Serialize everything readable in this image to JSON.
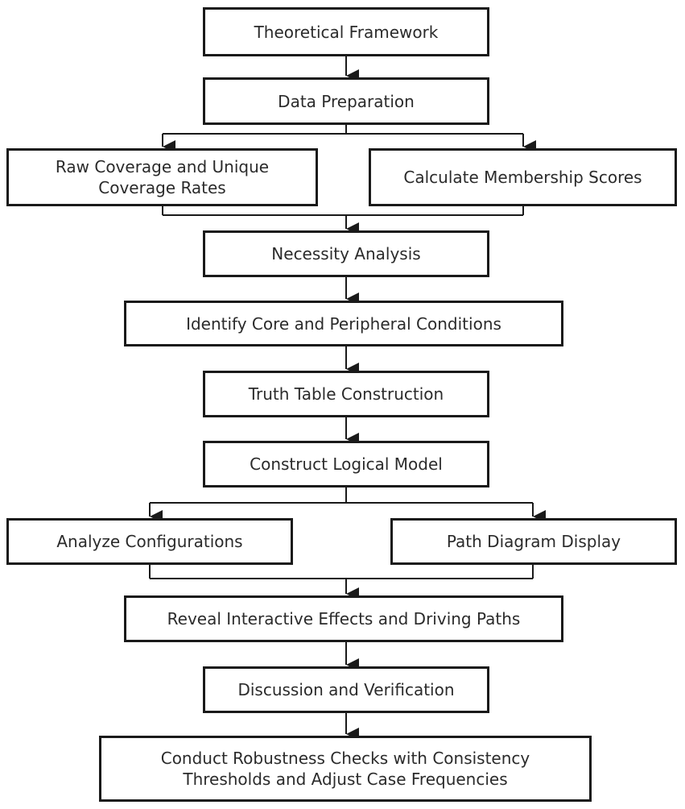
{
  "colors": {
    "border": "#1a1a1a",
    "text": "#2b2b2b",
    "background": "#ffffff"
  },
  "nodes": {
    "theoretical_framework": "Theoretical Framework",
    "data_preparation": "Data Preparation",
    "raw_coverage": "Raw Coverage and Unique Coverage Rates",
    "membership_scores": "Calculate Membership Scores",
    "necessity_analysis": "Necessity Analysis",
    "core_peripheral": "Identify Core and Peripheral Conditions",
    "truth_table": "Truth Table Construction",
    "logical_model": "Construct Logical Model",
    "analyze_configurations": "Analyze Configurations",
    "path_diagram": "Path Diagram Display",
    "interactive_effects": "Reveal Interactive Effects and Driving Paths",
    "discussion": "Discussion and Verification",
    "robustness": "Conduct Robustness Checks with Consistency Thresholds and Adjust Case Frequencies"
  }
}
